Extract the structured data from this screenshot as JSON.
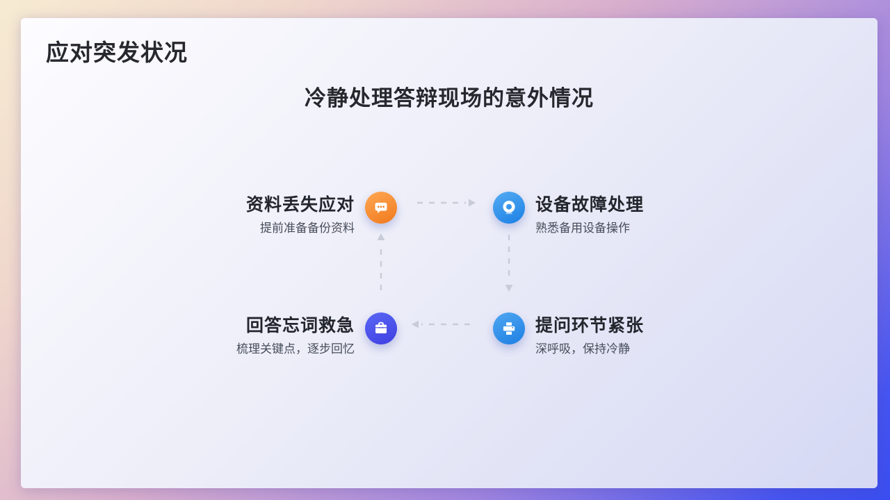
{
  "slide": {
    "title": "应对突发状况",
    "subtitle": "冷静处理答辩现场的意外情况"
  },
  "items": [
    {
      "title": "资料丢失应对",
      "desc": "提前准备备份资料",
      "icon": "chat-dots-icon",
      "icon_colors": [
        "#ffa854",
        "#f0791c"
      ]
    },
    {
      "title": "设备故障处理",
      "desc": "熟悉备用设备操作",
      "icon": "webcam-icon",
      "icon_colors": [
        "#55abf2",
        "#1b80e5"
      ]
    },
    {
      "title": "提问环节紧张",
      "desc": "深呼吸，保持冷静",
      "icon": "printer-icon",
      "icon_colors": [
        "#4fa7f1",
        "#1e7fe3"
      ]
    },
    {
      "title": "回答忘词救急",
      "desc": "梳理关键点，逐步回忆",
      "icon": "briefcase-icon",
      "icon_colors": [
        "#5a67f5",
        "#3e3fe0"
      ]
    }
  ],
  "flow": {
    "type": "cycle",
    "order": [
      "资料丢失应对",
      "设备故障处理",
      "提问环节紧张",
      "回答忘词救急"
    ]
  },
  "colors": {
    "frame_gradient": [
      "#f7ebd2",
      "#d8aecd",
      "#3a4ef0"
    ],
    "panel_gradient": [
      "#fdfcff",
      "#d5d8f4"
    ],
    "title_text": "#26282e",
    "desc_text": "#474d5a",
    "arrow": "#c8ccd8"
  }
}
